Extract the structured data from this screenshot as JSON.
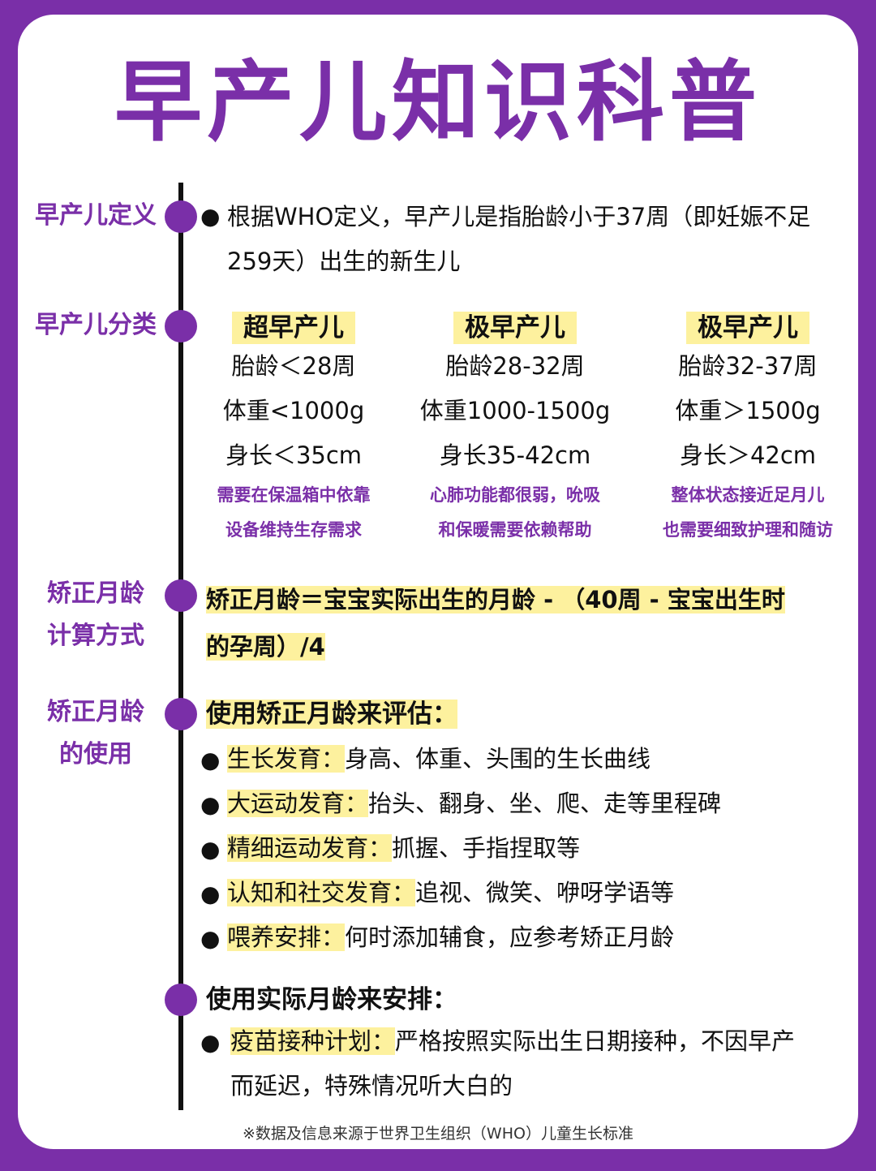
{
  "title": "早产儿知识科普",
  "definition": {
    "label": "早产儿定义",
    "line1": "根据WHO定义，早产儿是指胎龄小于37周（即妊娠不足",
    "line2": "259天）出生的新生儿"
  },
  "classification": {
    "label": "早产儿分类",
    "columns": [
      {
        "name": "超早产儿",
        "age": "胎龄＜28周",
        "weight": "体重<1000g",
        "length": "身长＜35cm",
        "note1": "需要在保温箱中依靠",
        "note2": "设备维持生存需求"
      },
      {
        "name": "极早产儿",
        "age": "胎龄28-32周",
        "weight": "体重1000-1500g",
        "length": "身长35-42cm",
        "note1": "心肺功能都很弱，吮吸",
        "note2": "和保暖需要依赖帮助"
      },
      {
        "name": "极早产儿",
        "age": "胎龄32-37周",
        "weight": "体重＞1500g",
        "length": "身长＞42cm",
        "note1": "整体状态接近足月儿",
        "note2": "也需要细致护理和随访"
      }
    ]
  },
  "calc": {
    "label1": "矫正月龄",
    "label2": "计算方式",
    "formula1": "矫正月龄＝宝宝实际出生的月龄 - （40周 - 宝宝出生时",
    "formula2": "的孕周）/4"
  },
  "usage": {
    "label1": "矫正月龄",
    "label2": "的使用",
    "heading": "使用矫正月龄来评估：",
    "items": [
      {
        "key": "生长发育：",
        "value": "身高、体重、头围的生长曲线"
      },
      {
        "key": "大运动发育：",
        "value": "抬头、翻身、坐、爬、走等里程碑"
      },
      {
        "key": "精细运动发育：",
        "value": "抓握、手指捏取等"
      },
      {
        "key": "认知和社交发育：",
        "value": "追视、微笑、咿呀学语等"
      },
      {
        "key": "喂养安排：",
        "value": "何时添加辅食，应参考矫正月龄"
      }
    ]
  },
  "actual": {
    "heading": "使用实际月龄来安排：",
    "key": "疫苗接种计划：",
    "value1": "严格按照实际出生日期接种，不因早产",
    "value2": "而延迟，特殊情况听大白的"
  },
  "footer": "※数据及信息来源于世界卫生组织（WHO）儿童生长标准",
  "colors": {
    "purple": "#7a2fa8",
    "highlight": "#fdf19e"
  }
}
